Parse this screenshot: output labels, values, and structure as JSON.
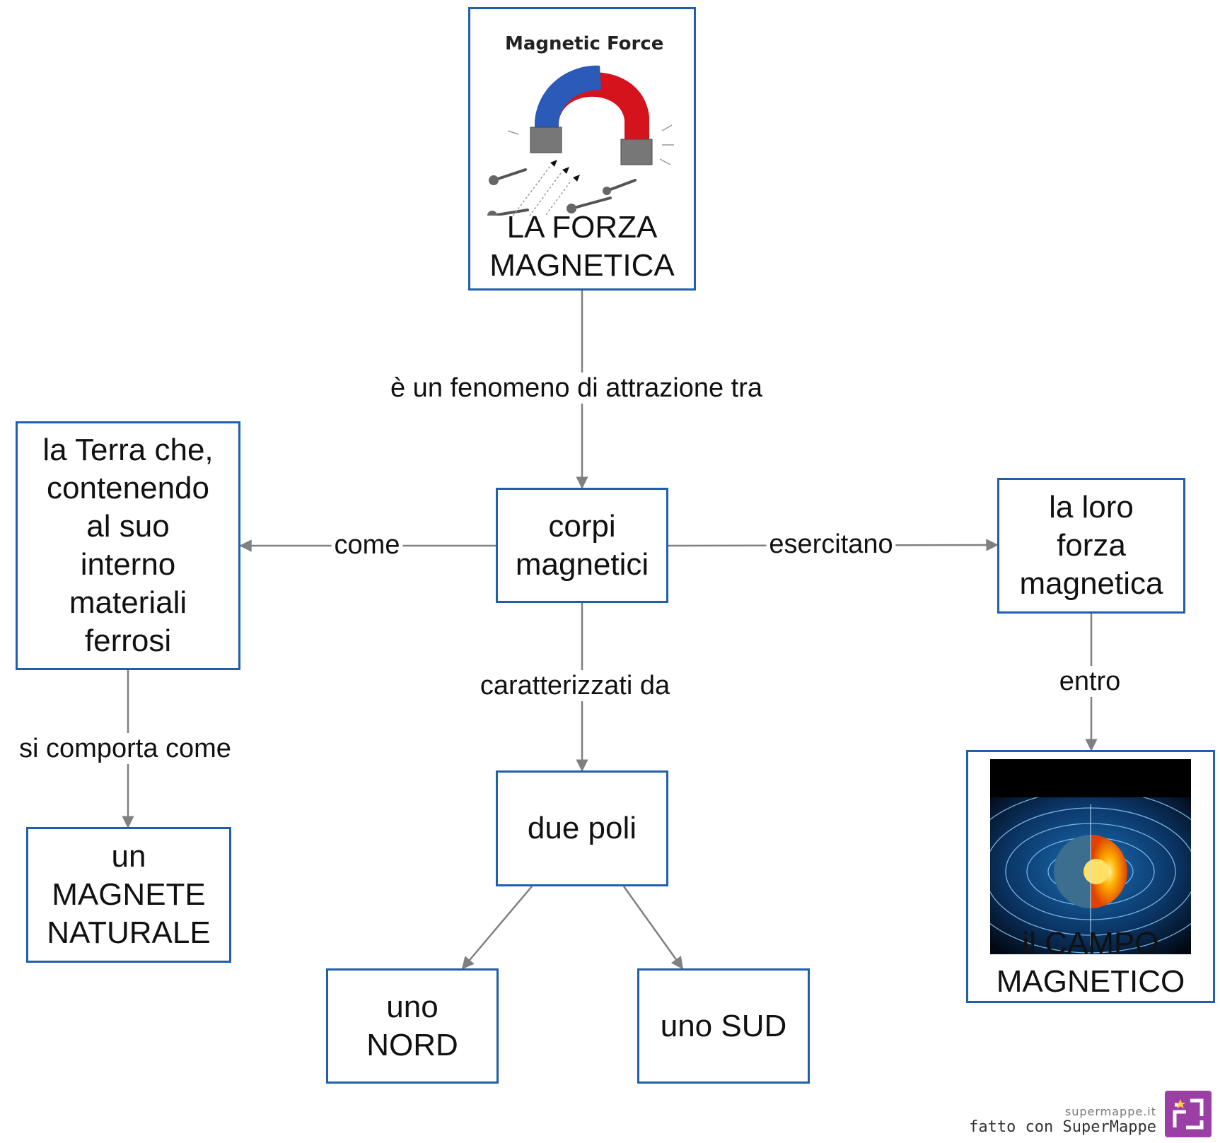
{
  "nodes": {
    "forza": {
      "image_title": "Magnetic Force",
      "text": "LA FORZA\nMAGNETICA",
      "image": "horseshoe-magnet-illustration"
    },
    "corpi": {
      "text": "corpi\nmagnetici"
    },
    "terra": {
      "text": "la Terra che,\ncontenendo\nal suo\ninterno\nmateriali\nferrosi"
    },
    "forza_loro": {
      "text": "la loro\nforza\nmagnetica"
    },
    "magnete": {
      "text": "un\nMAGNETE\nNATURALE"
    },
    "poli": {
      "text": "due  poli"
    },
    "nord": {
      "text": "uno\nNORD"
    },
    "sud": {
      "text": "uno SUD"
    },
    "campo": {
      "text": "il CAMPO\nMAGNETICO",
      "image": "earth-magnetic-field-illustration"
    }
  },
  "edges": {
    "attrazione": "è un fenomeno di attrazione tra",
    "come": "come",
    "esercitano": "esercitano",
    "caratterizzati": "caratterizzati da",
    "comporta": "si comporta come",
    "entro": "entro"
  },
  "footer": {
    "site": "supermappe.it",
    "made_with": "fatto con SuperMappe"
  },
  "colors": {
    "node_border": "#1f5fae",
    "edge": "#808080",
    "logo": "#9b3fa6"
  }
}
